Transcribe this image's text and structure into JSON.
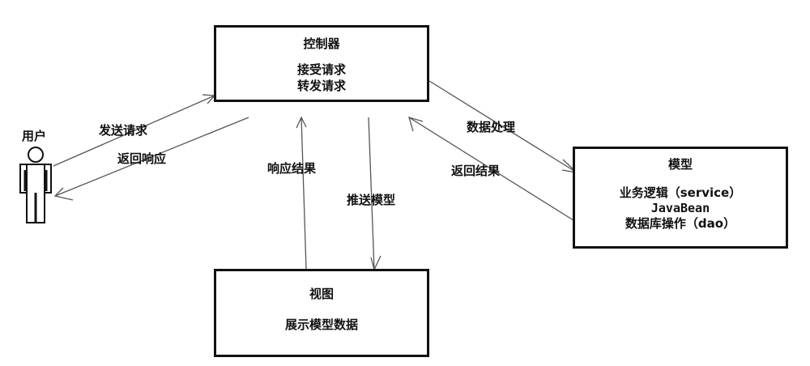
{
  "user": {
    "label": "用户"
  },
  "controller": {
    "title": "控制器",
    "line1": "接受请求",
    "line2": "转发请求"
  },
  "model": {
    "title": "模型",
    "line1": "业务逻辑（service）",
    "line2": "JavaBean",
    "line3": "数据库操作（dao）"
  },
  "view": {
    "title": "视图",
    "line1": "展示模型数据"
  },
  "edges": {
    "send_request": "发送请求",
    "return_response": "返回响应",
    "response_result": "响应结果",
    "push_model": "推送模型",
    "data_processing": "数据处理",
    "return_result": "返回结果"
  }
}
